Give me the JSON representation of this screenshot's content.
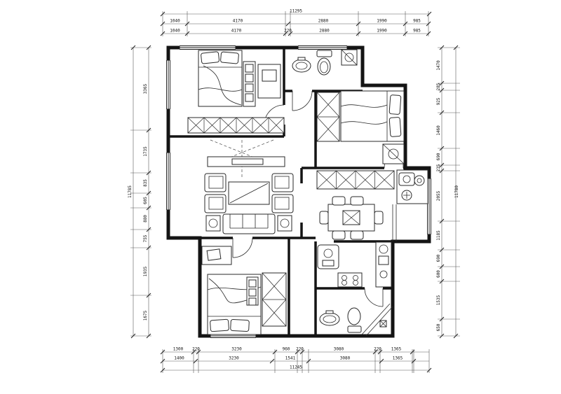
{
  "meta": {
    "drawing_type": "apartment-floor-plan",
    "units": "mm"
  },
  "dims": {
    "top_total": "11295",
    "top_row2": [
      "1040",
      "4170",
      "2880",
      "1990",
      "985"
    ],
    "top_row3": [
      "1040",
      "4170",
      "220",
      "2880",
      "1990",
      "985"
    ],
    "bottom_row1": [
      "1300",
      "220",
      "3230",
      "960",
      "220",
      "3080",
      "220",
      "1365"
    ],
    "bottom_row2": [
      "1400",
      "3230",
      "1541",
      "3080",
      "1365"
    ],
    "bottom_total": "11245",
    "left_total": "11785",
    "left_segs": [
      "3365",
      "1735",
      "835",
      "605",
      "880",
      "755",
      "1935",
      "1675"
    ],
    "right_total": "11780",
    "right_segs": [
      "1470",
      "285",
      "925",
      "1460",
      "690",
      "235",
      "2055",
      "1185",
      "690",
      "600",
      "1535",
      "650"
    ]
  }
}
